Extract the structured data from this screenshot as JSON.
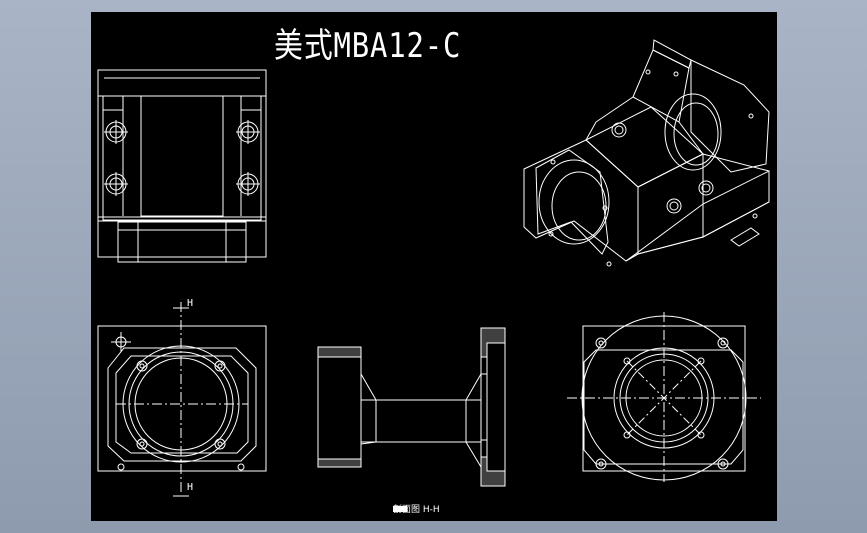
{
  "drawing": {
    "title": "美式MBA12-C",
    "section_caption": "剖面图  H-H",
    "section_marker_top": "H",
    "section_marker_bottom": "H",
    "colors": {
      "background": "#000000",
      "lines": "#ffffff",
      "frame": "#97a3b7"
    }
  }
}
